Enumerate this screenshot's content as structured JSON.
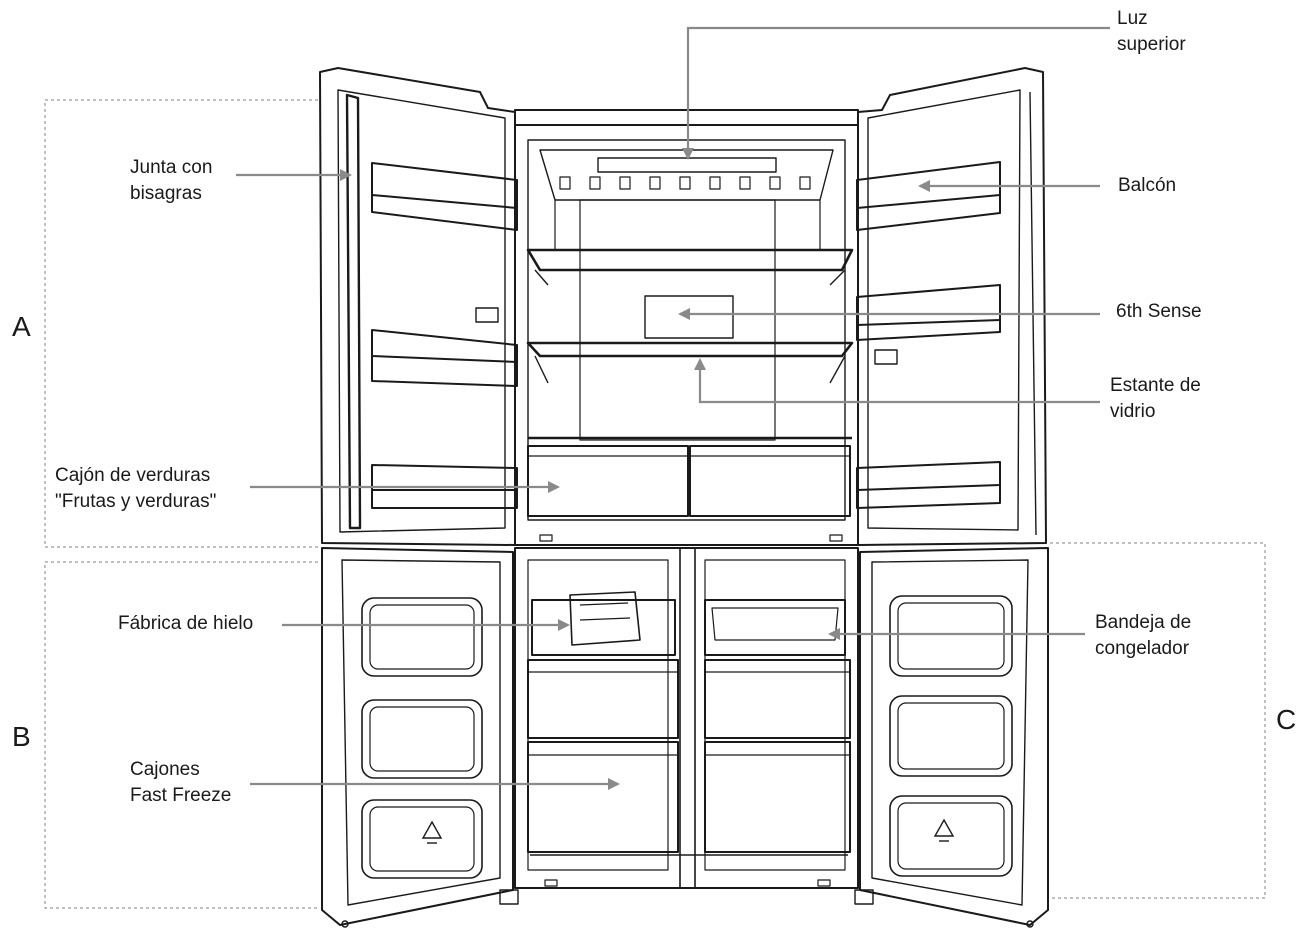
{
  "zones": {
    "a": "A",
    "b": "B",
    "c": "C"
  },
  "labels": {
    "luz_superior": "Luz\nsuperior",
    "junta_bisagras": "Junta con\nbisagras",
    "balcon": "Balcón",
    "sixth_sense": "6th Sense",
    "estante_vidrio": "Estante de\nvidrio",
    "cajon_verduras": "Cajón de verduras\n\"Frutas y verduras\"",
    "fabrica_hielo": "Fábrica de hielo",
    "bandeja_congelador": "Bandeja de\ncongelador",
    "cajones_fast_freeze": "Cajones\nFast Freeze"
  },
  "icons": {
    "recycle_left": "recycle-icon",
    "recycle_right": "recycle-icon"
  },
  "colors": {
    "line": "#1a1a1a",
    "arrow": "#8a8a8a",
    "dashed": "#9a9a9a"
  }
}
